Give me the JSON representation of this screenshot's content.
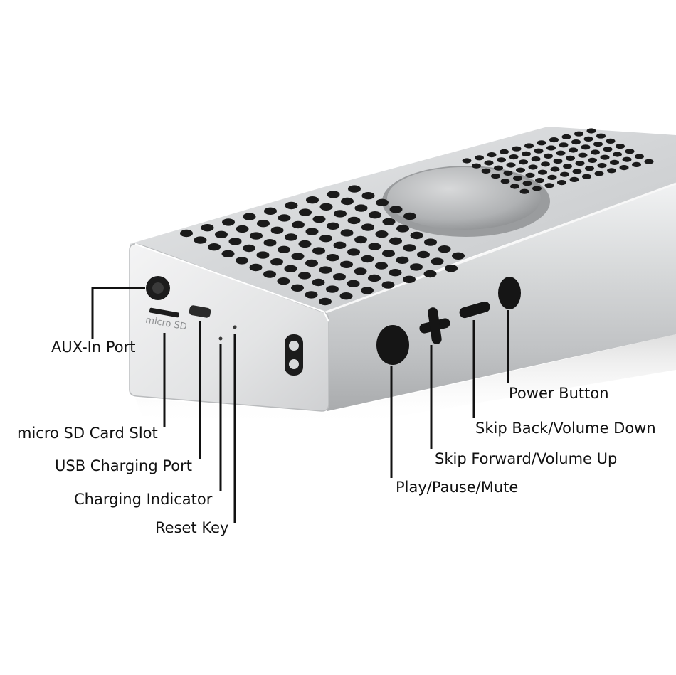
{
  "device_text": {
    "slot_marking": "micro SD"
  },
  "callouts": {
    "aux_in": "AUX-In Port",
    "micro_sd": "micro SD Card Slot",
    "usb_charging": "USB Charging Port",
    "charging_indicator": "Charging Indicator",
    "reset_key": "Reset Key",
    "power_button": "Power Button",
    "skip_back": "Skip Back/Volume Down",
    "skip_forward": "Skip Forward/Volume Up",
    "play_pause": "Play/Pause/Mute"
  },
  "colors": {
    "background": "#ffffff",
    "body_silver": "#cfd1d3",
    "end_cap": "#e2e3e4",
    "holes": "#1a1a1a",
    "buttons": "#151515",
    "text": "#111111"
  }
}
